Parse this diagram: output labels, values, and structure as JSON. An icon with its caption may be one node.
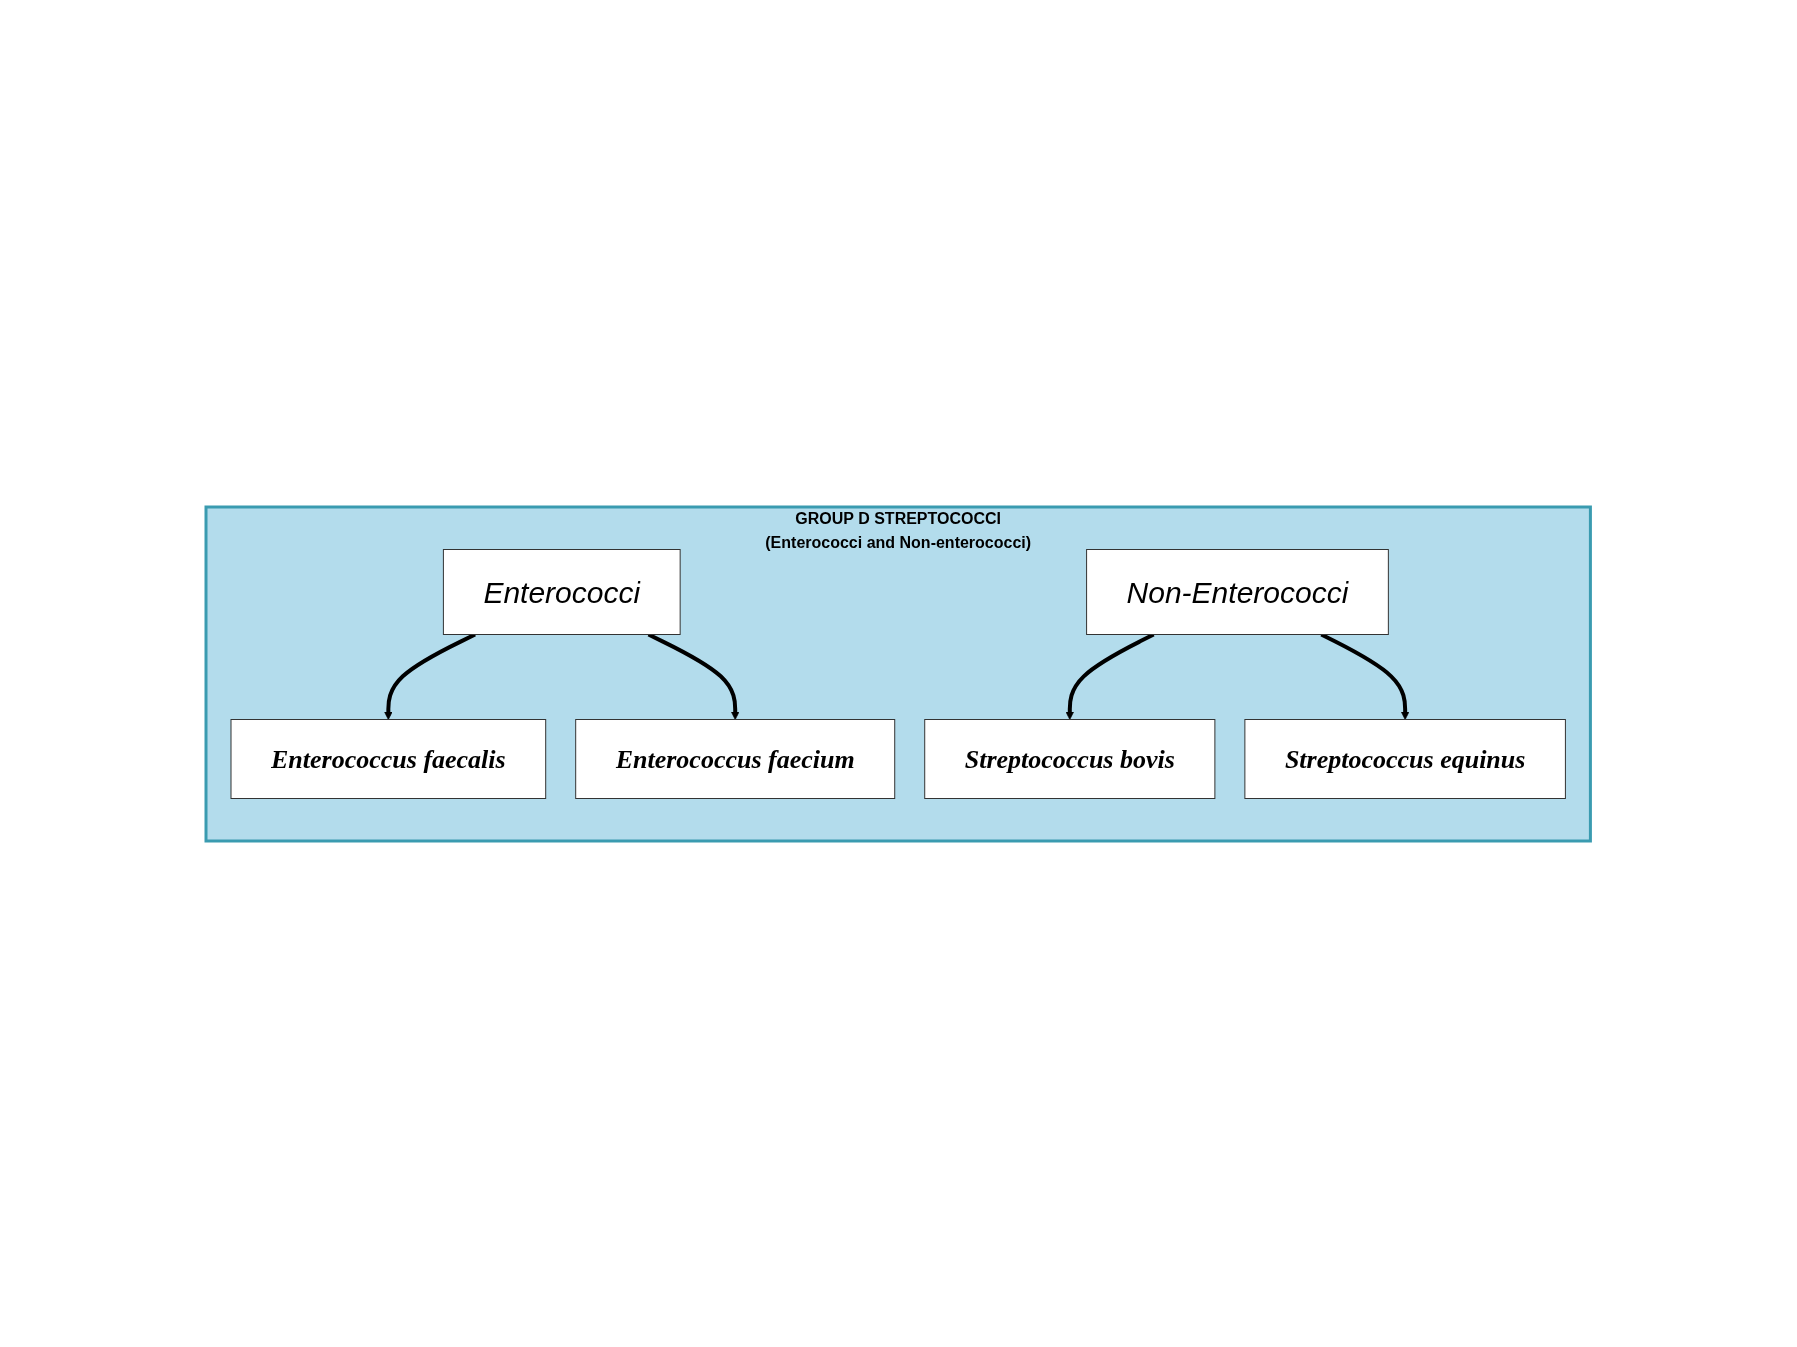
{
  "diagram": {
    "nodes": [
      {
        "text": [
          "GROUP D STREPTOCOCCI",
          "(Enterococci and Non-enterococci)"
        ]
      },
      {
        "text": [
          "Enterococci"
        ],
        "in": 0
      },
      {
        "text": [
          "Non-Enterococci"
        ],
        "in": 0
      },
      {
        "text": [
          "Enterococcus faecalis"
        ],
        "in": 0
      },
      {
        "text": [
          "Enterococcus faecium"
        ],
        "in": 0
      },
      {
        "text": [
          "Streptococcus bovis"
        ],
        "in": 0
      },
      {
        "text": [
          "Streptococcus equinus"
        ],
        "in": 0
      }
    ],
    "edges": [
      {
        "from": 1,
        "to": 3,
        "arrow": "to"
      },
      {
        "from": 1,
        "to": 4,
        "arrow": "to"
      },
      {
        "from": 2,
        "to": 5,
        "arrow": "to"
      },
      {
        "from": 2,
        "to": 6,
        "arrow": "to"
      }
    ]
  }
}
